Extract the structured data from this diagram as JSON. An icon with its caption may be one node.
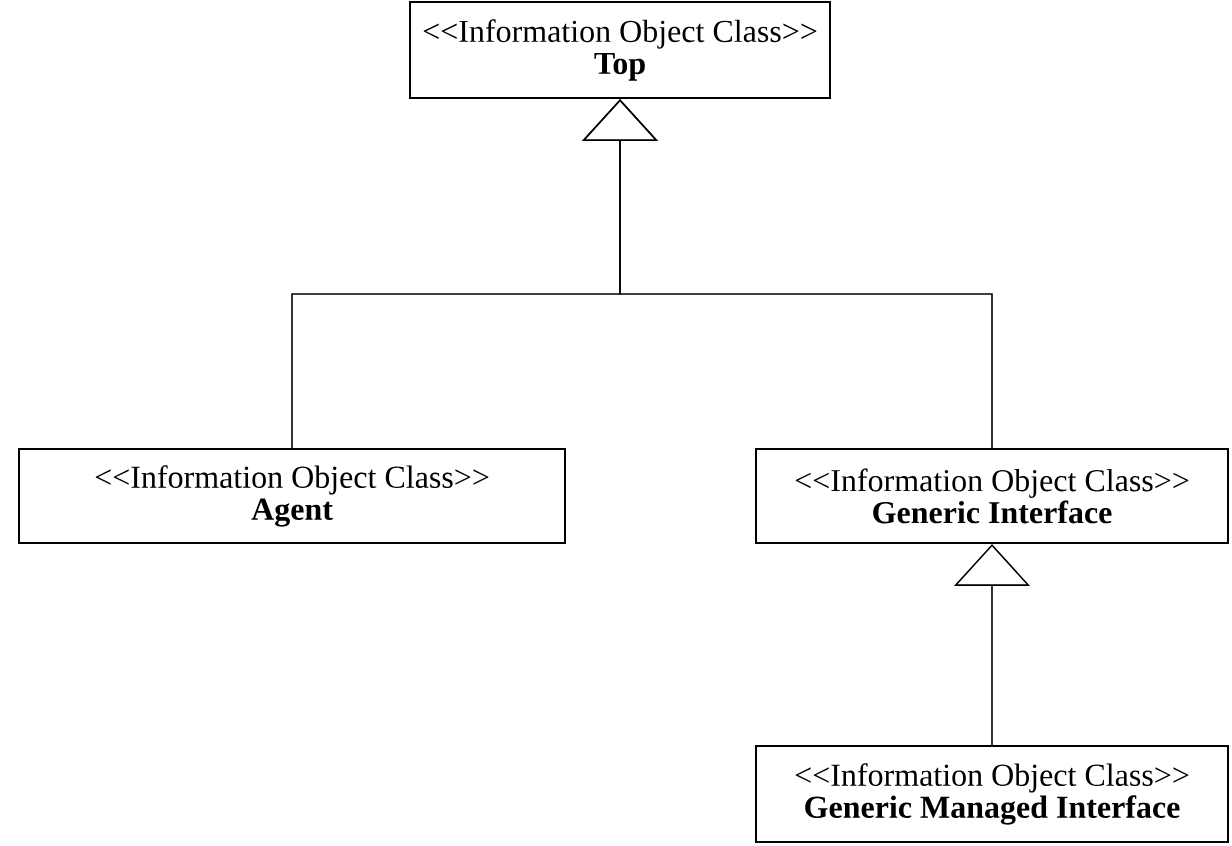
{
  "diagram": {
    "nodes": [
      {
        "text": [
          "<<Information Object Class>>",
          "Top"
        ]
      },
      {
        "text": [
          "<<Information Object Class>>",
          "Agent"
        ]
      },
      {
        "text": [
          "<<Information Object Class>>",
          "Generic Interface"
        ]
      },
      {
        "text": [
          "<<Information Object Class>>",
          "Generic Managed Interface"
        ]
      }
    ],
    "edges": [
      {
        "from": 1,
        "to": 0,
        "arrow": "to"
      },
      {
        "from": 2,
        "to": 0,
        "arrow": "to"
      },
      {
        "from": 3,
        "to": 2,
        "arrow": "to"
      }
    ]
  }
}
